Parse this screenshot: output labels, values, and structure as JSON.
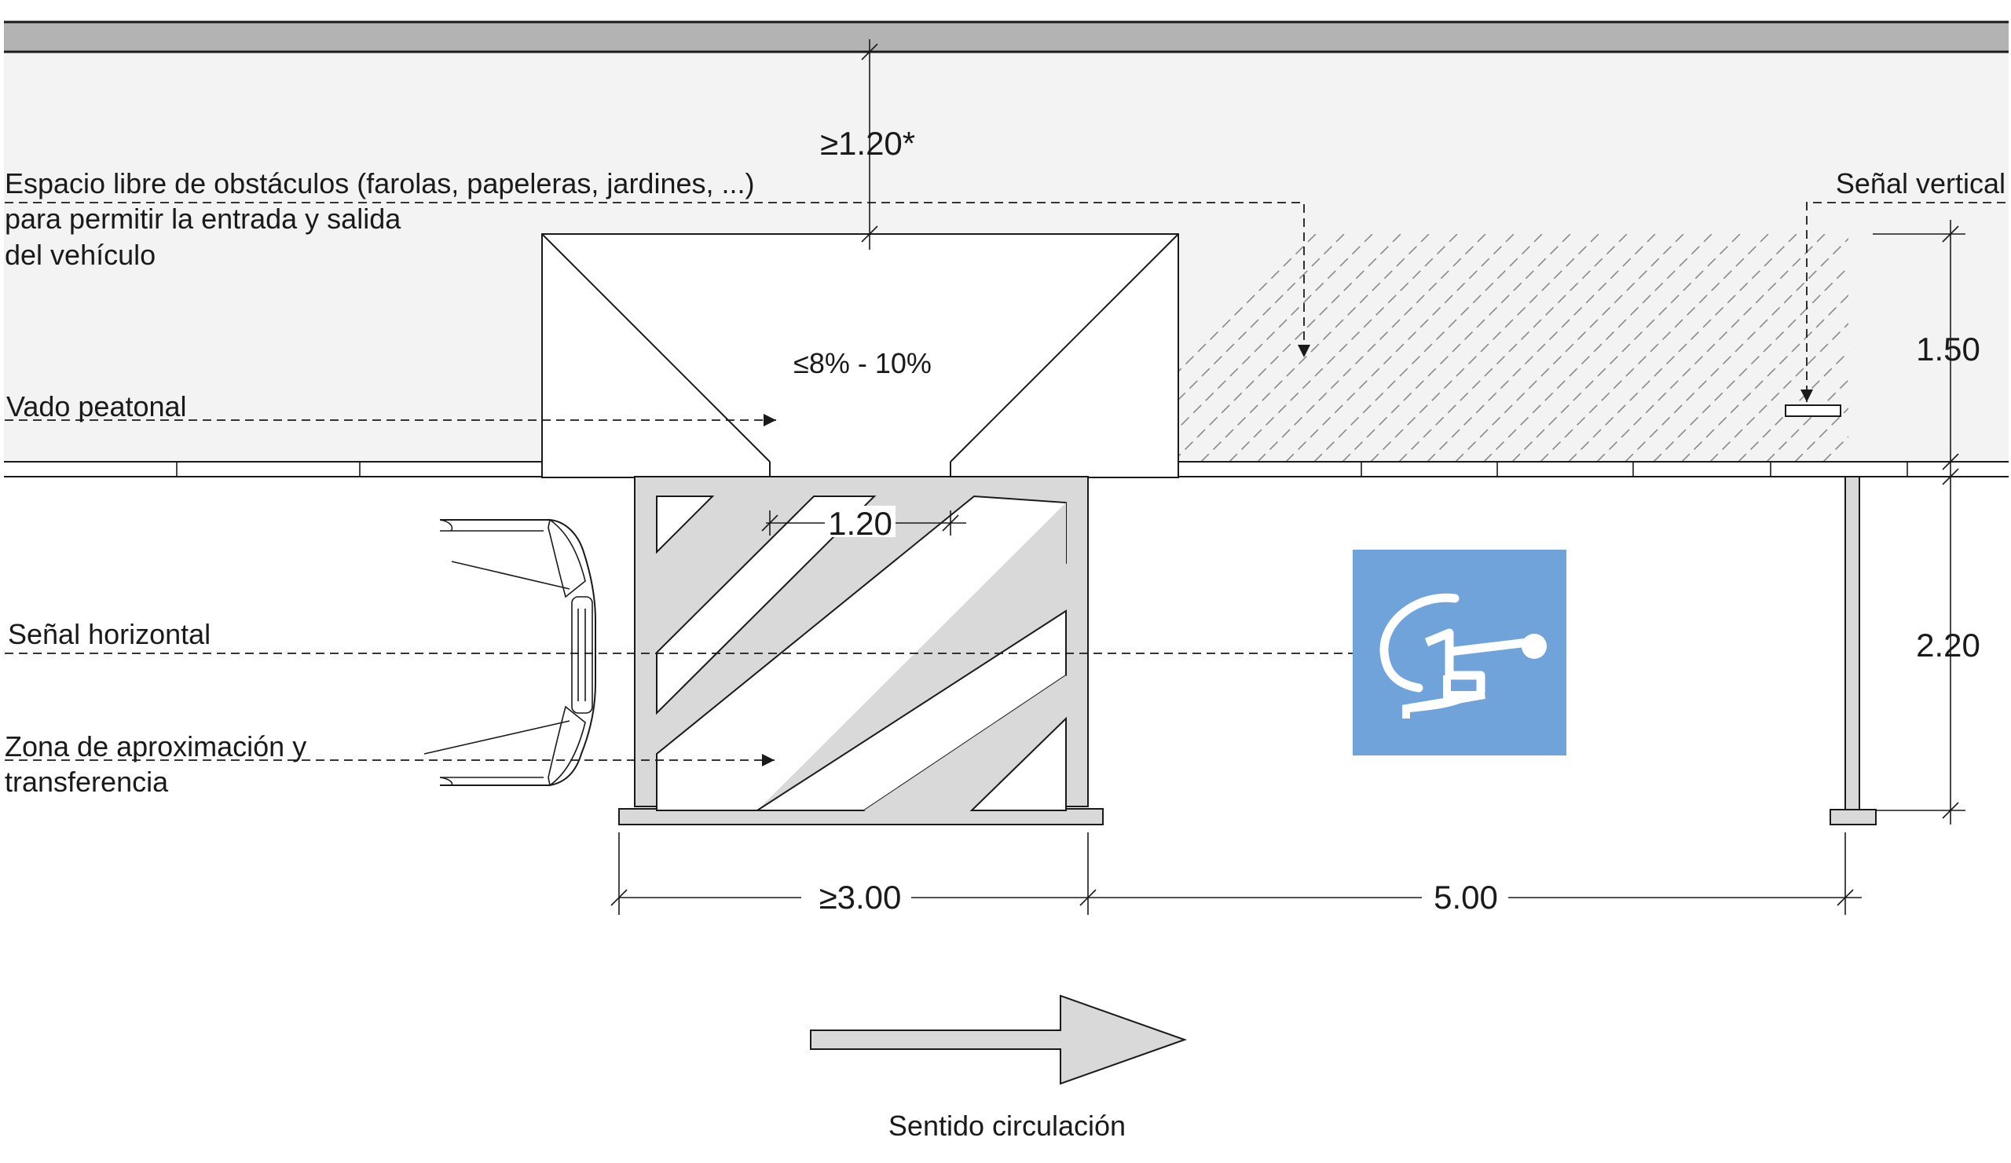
{
  "labels": {
    "free_space": "Espacio libre de obstáculos (farolas, papeleras, jardines, ...)",
    "free_space_2": "para permitir la entrada y salida",
    "free_space_3": "del vehículo",
    "vertical_sign": "Señal vertical",
    "pedestrian_ramp": "Vado peatonal",
    "horizontal_sign": "Señal horizontal",
    "approach_zone": "Zona de aproximación y",
    "approach_zone_2": "transferencia",
    "traffic_direction": "Sentido circulación"
  },
  "dimensions": {
    "sidewalk_clear_width": "≥1.20*",
    "ramp_slope": "≤8% - 10%",
    "ramp_flat_width": "1.20",
    "sidewalk_depth": "1.50",
    "parking_depth": "2.20",
    "transfer_zone_width": "≥3.00",
    "parking_length": "5.00"
  },
  "icons": {
    "accessibility_symbol": "wheelchair-icon",
    "traffic_arrow": "arrow-right-icon"
  },
  "colors": {
    "accessibility_blue": "#6fa3da",
    "sidewalk_fill": "#f3f3f3",
    "zone_fill": "#d9d9d9",
    "building_band": "#b3b3b3"
  }
}
